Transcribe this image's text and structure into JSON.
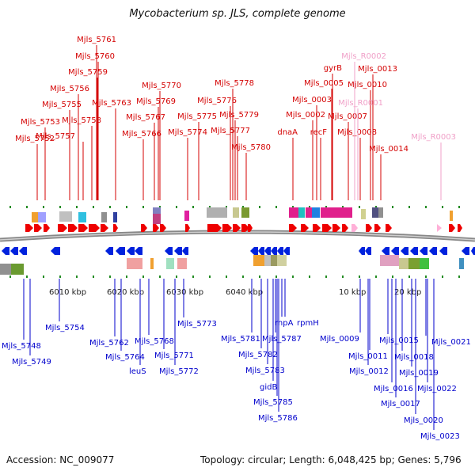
{
  "title": "Mycobacterium sp. JLS, complete genome",
  "footer": {
    "accession": "Accession: NC_009077",
    "summary": "Topology: circular; Length: 6,048,425 bp; Genes: 5,796"
  },
  "colors": {
    "forward_label": "#d40000",
    "reverse_label": "#0000cc",
    "rna_label": "#f0a0c8",
    "forward_gene": "#ee0000",
    "reverse_gene": "#0022dd",
    "rna_gene": "#ffb0d8",
    "backbone": "#888888",
    "tick": "#228b22"
  },
  "ruler_labels": [
    "6010 kbp",
    "6020 kbp",
    "6030 kbp",
    "6040 kbp",
    "10 kbp",
    "20 kbp"
  ],
  "forward_labels": [
    "Mjls_5761",
    "Mjls_5760",
    "Mjls_5759",
    "Mjls_5756",
    "Mjls_5755",
    "Mjls_5758",
    "Mjls_5763",
    "Mjls_5753",
    "Mjls_5752",
    "Mjls_5757",
    "Mjls_5770",
    "Mjls_5769",
    "Mjls_5767",
    "Mjls_5766",
    "Mjls_5774",
    "Mjls_5778",
    "Mjls_5776",
    "Mjls_5775",
    "Mjls_5779",
    "Mjls_5777",
    "Mjls_5780",
    "dnaA",
    "Mjls_0002",
    "Mjls_0003",
    "Mjls_0005",
    "recF",
    "gyrB",
    "Mjls_0007",
    "Mjls_0008",
    "Mjls_0010",
    "Mjls_0013",
    "Mjls_0014"
  ],
  "rna_labels": [
    "Mjls_R0002",
    "Mjls_R0001",
    "Mjls_R0003"
  ],
  "reverse_labels": [
    "Mjls_5748",
    "Mjls_5749",
    "Mjls_5754",
    "Mjls_5762",
    "Mjls_5764",
    "leuS",
    "Mjls_5768",
    "Mjls_5771",
    "Mjls_5772",
    "Mjls_5773",
    "Mjls_5781",
    "Mjls_5782",
    "Mjls_5783",
    "gidB",
    "Mjls_5785",
    "Mjls_5786",
    "Mjls_5787",
    "rnpA",
    "rpmH",
    "Mjls_0009",
    "Mjls_0011",
    "Mjls_0012",
    "Mjls_0015",
    "Mjls_0016",
    "Mjls_0017",
    "Mjls_0018",
    "Mjls_0019",
    "Mjls_0020",
    "Mjls_0021",
    "Mjls_0022",
    "Mjls_0023"
  ]
}
